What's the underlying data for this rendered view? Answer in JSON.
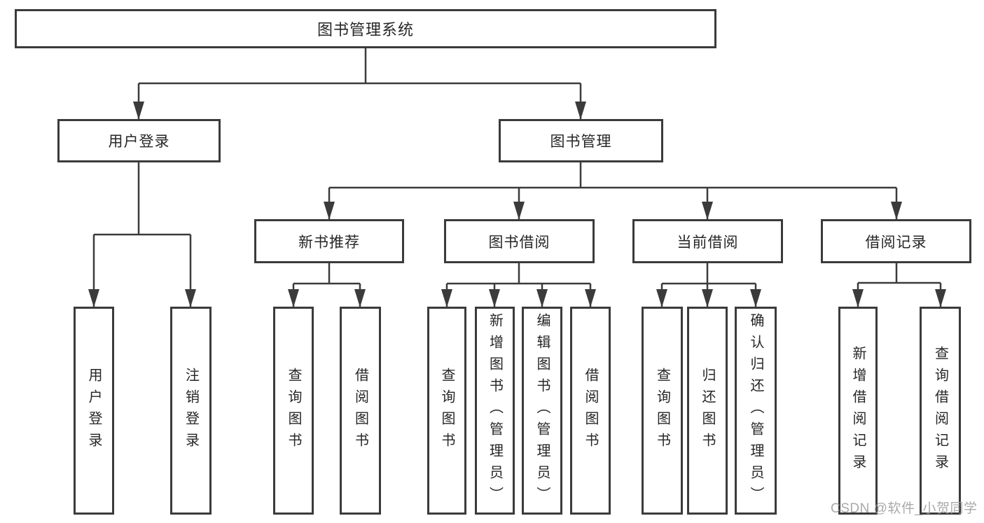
{
  "diagram": {
    "tree": {
      "root": {
        "label": "图书管理系统"
      },
      "branches": [
        {
          "label": "用户登录",
          "leaves": [
            "用户登录",
            "注销登录"
          ]
        },
        {
          "label": "图书管理",
          "children": [
            {
              "label": "新书推荐",
              "leaves": [
                "查询图书",
                "借阅图书"
              ]
            },
            {
              "label": "图书借阅",
              "leaves": [
                "查询图书",
                "新增图书（管理员）",
                "编辑图书（管理员）",
                "借阅图书"
              ]
            },
            {
              "label": "当前借阅",
              "leaves": [
                "查询图书",
                "归还图书",
                "确认归还（管理员）"
              ]
            },
            {
              "label": "借阅记录",
              "leaves": [
                "新增借阅记录",
                "查询借阅记录"
              ]
            }
          ]
        }
      ]
    },
    "colors": {
      "line": "#3b3b3b",
      "box_border": "#3b3b3b",
      "text": "#262626",
      "background": "#ffffff",
      "watermark": "#9e9e9e"
    }
  },
  "watermark": {
    "text": "CSDN @软件_小贺同学"
  }
}
